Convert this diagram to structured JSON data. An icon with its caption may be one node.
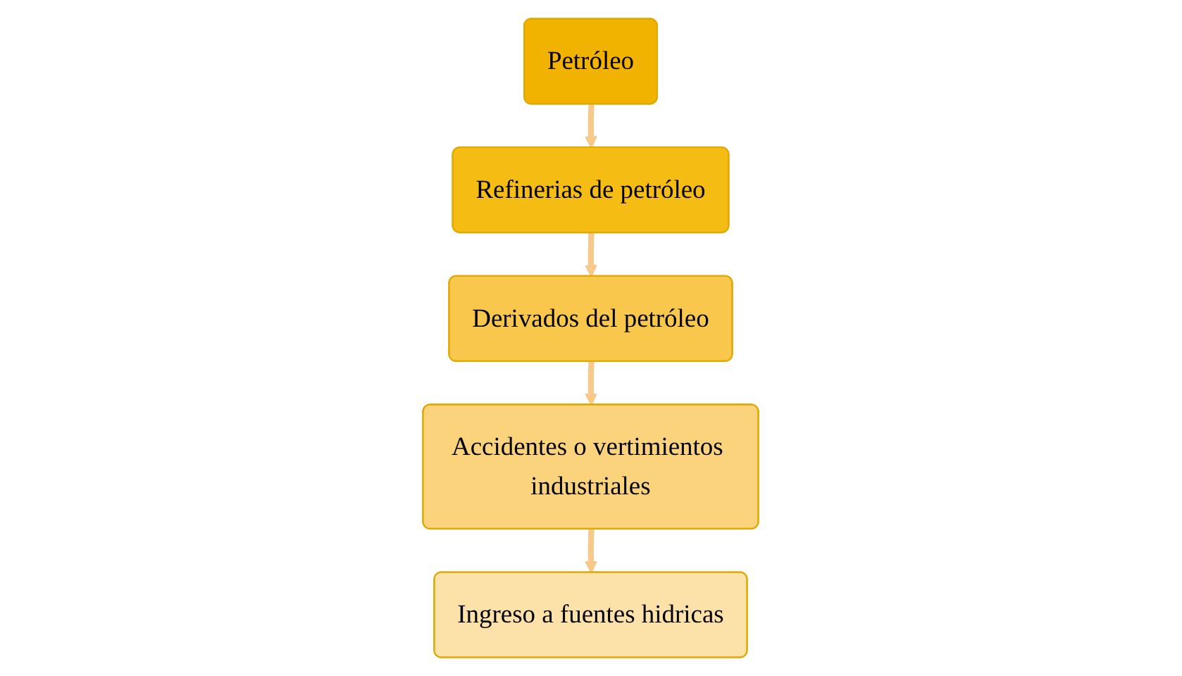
{
  "diagram": {
    "nodes": [
      {
        "text": [
          "Petróleo"
        ]
      },
      {
        "text": [
          "Refinerias de petróleo"
        ]
      },
      {
        "text": [
          "Derivados del petróleo"
        ]
      },
      {
        "text": [
          "Accidentes o vertimientos industriales"
        ]
      },
      {
        "text": [
          "Ingreso a fuentes hidricas"
        ]
      }
    ],
    "edges": [
      {
        "from": 0,
        "to": 1,
        "arrow": "to"
      },
      {
        "from": 1,
        "to": 2,
        "arrow": "to"
      },
      {
        "from": 2,
        "to": 3,
        "arrow": "to"
      },
      {
        "from": 3,
        "to": 4,
        "arrow": "to"
      }
    ]
  }
}
